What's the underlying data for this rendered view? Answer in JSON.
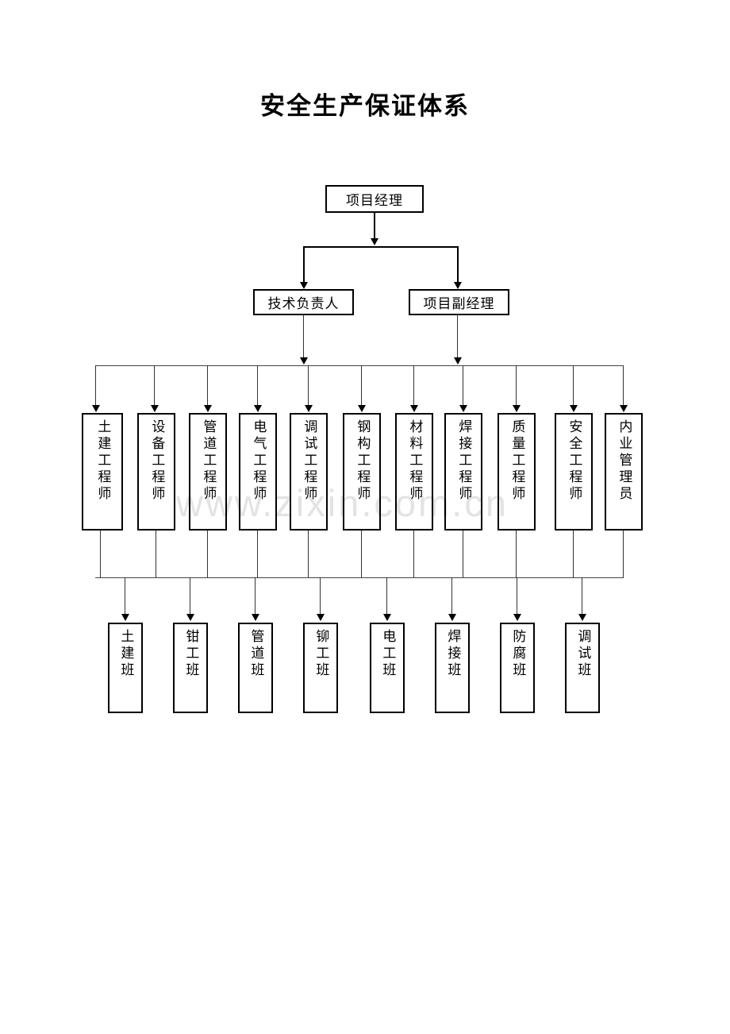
{
  "title": "安全生产保证体系",
  "watermark": "www.zixin.com.cn",
  "level1": {
    "label": "项目经理"
  },
  "level2": [
    {
      "label": "技术负责人"
    },
    {
      "label": "项目副经理"
    }
  ],
  "level3": [
    {
      "label": "土建工程师"
    },
    {
      "label": "设备工程师"
    },
    {
      "label": "管道工程师"
    },
    {
      "label": "电气工程师"
    },
    {
      "label": "调试工程师"
    },
    {
      "label": "钢构工程师"
    },
    {
      "label": "材料工程师"
    },
    {
      "label": "焊接工程师"
    },
    {
      "label": "质量工程师"
    },
    {
      "label": "安全工程师"
    },
    {
      "label": "内业管理员"
    }
  ],
  "level4": [
    {
      "label": "土建班"
    },
    {
      "label": "钳工班"
    },
    {
      "label": "管道班"
    },
    {
      "label": "铆工班"
    },
    {
      "label": "电工班"
    },
    {
      "label": "焊接班"
    },
    {
      "label": "防腐班"
    },
    {
      "label": "调试班"
    }
  ]
}
